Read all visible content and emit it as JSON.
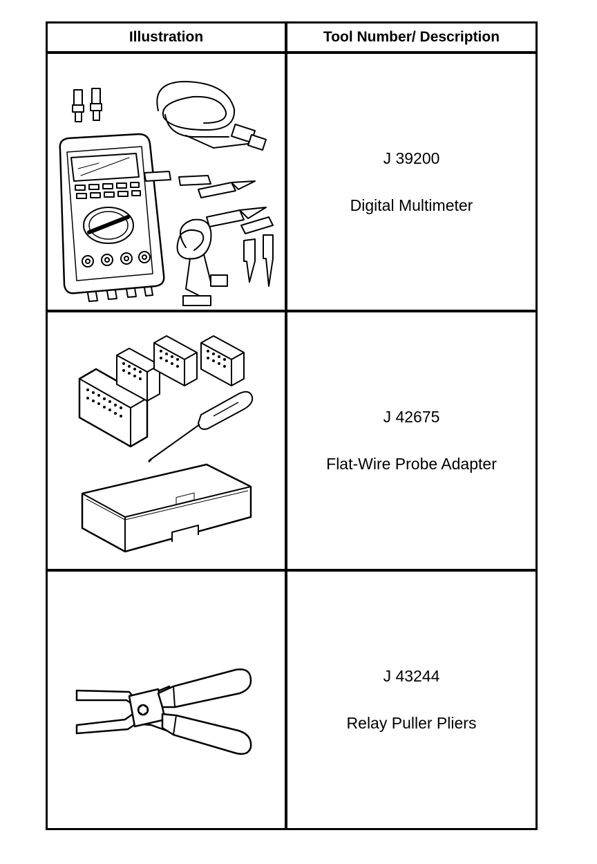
{
  "table": {
    "headers": {
      "illustration": "Illustration",
      "description": "Tool Number/ Description"
    },
    "rows": [
      {
        "tool_number": "J 39200",
        "description": "Digital Multimeter",
        "illustration": "digital-multimeter-drawing"
      },
      {
        "tool_number": "J 42675",
        "description": "Flat-Wire Probe Adapter",
        "illustration": "flat-wire-probe-adapter-drawing"
      },
      {
        "tool_number": "J 43244",
        "description": "Relay Puller Pliers",
        "illustration": "relay-puller-pliers-drawing"
      }
    ]
  }
}
